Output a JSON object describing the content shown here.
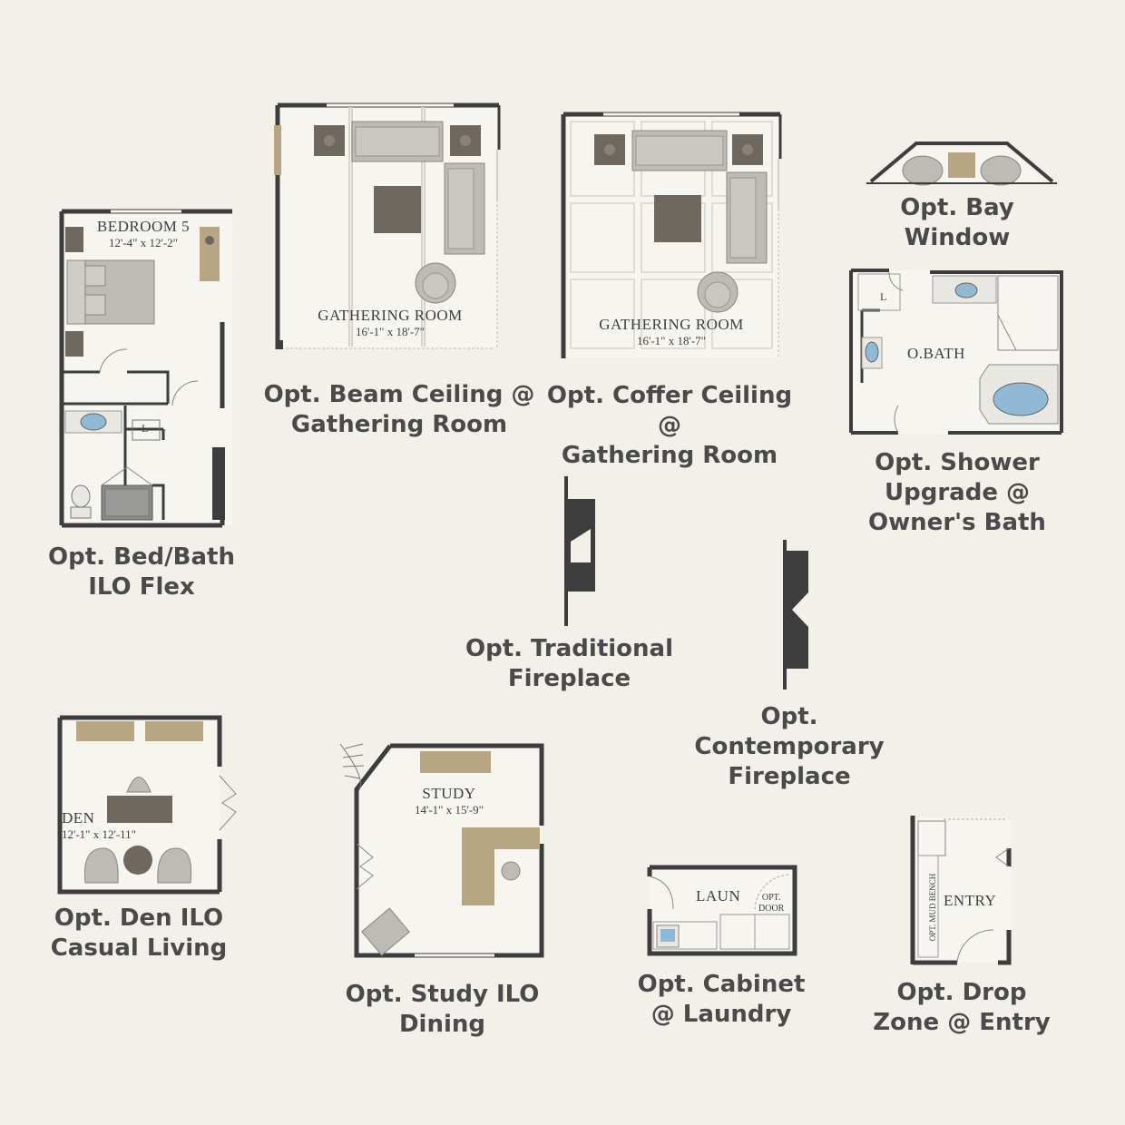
{
  "options": {
    "bed_bath": {
      "caption": [
        "Opt. Bed/Bath",
        "ILO Flex"
      ],
      "room_name": "BEDROOM 5",
      "room_dims": "12'-4\" x 12'-2\"",
      "mini_labels": [
        "L"
      ]
    },
    "beam_ceiling": {
      "caption": [
        "Opt. Beam Ceiling @",
        "Gathering Room"
      ],
      "room_name": "GATHERING ROOM",
      "room_dims": "16'-1\" x 18'-7\""
    },
    "coffer_ceiling": {
      "caption": [
        "Opt. Coffer Ceiling @",
        "Gathering Room"
      ],
      "room_name": "GATHERING ROOM",
      "room_dims": "16'-1\" x 18'-7\""
    },
    "bay_window": {
      "caption": [
        "Opt. Bay Window"
      ]
    },
    "shower_upgrade": {
      "caption": [
        "Opt. Shower",
        "Upgrade @",
        "Owner's Bath"
      ],
      "room_name": "O.BATH",
      "mini_labels": [
        "L"
      ]
    },
    "traditional_fireplace": {
      "caption": [
        "Opt. Traditional",
        "Fireplace"
      ]
    },
    "contemporary_fireplace": {
      "caption": [
        "Opt.",
        "Contemporary",
        "Fireplace"
      ]
    },
    "den": {
      "caption": [
        "Opt. Den ILO",
        "Casual Living"
      ],
      "room_name": "DEN",
      "room_dims": "12'-1\" x 12'-11\""
    },
    "study": {
      "caption": [
        "Opt. Study ILO",
        "Dining"
      ],
      "room_name": "STUDY",
      "room_dims": "14'-1\" x 15'-9\""
    },
    "laundry": {
      "caption": [
        "Opt. Cabinet",
        "@ Laundry"
      ],
      "room_name": "LAUN",
      "opt_door": [
        "OPT.",
        "DOOR"
      ]
    },
    "drop_zone": {
      "caption": [
        "Opt. Drop",
        "Zone @ Entry"
      ],
      "room_name": "ENTRY",
      "bench_label": "OPT. MUD BENCH"
    }
  },
  "colors": {
    "background": "#f2f0e9",
    "wall": "#3d3d3d",
    "furniture_dark": "#6f685e",
    "furniture_tan": "#b8a584",
    "furniture_gray": "#bdbbb5",
    "water": "#8fb9d4",
    "caption": "#4a4a4a"
  }
}
